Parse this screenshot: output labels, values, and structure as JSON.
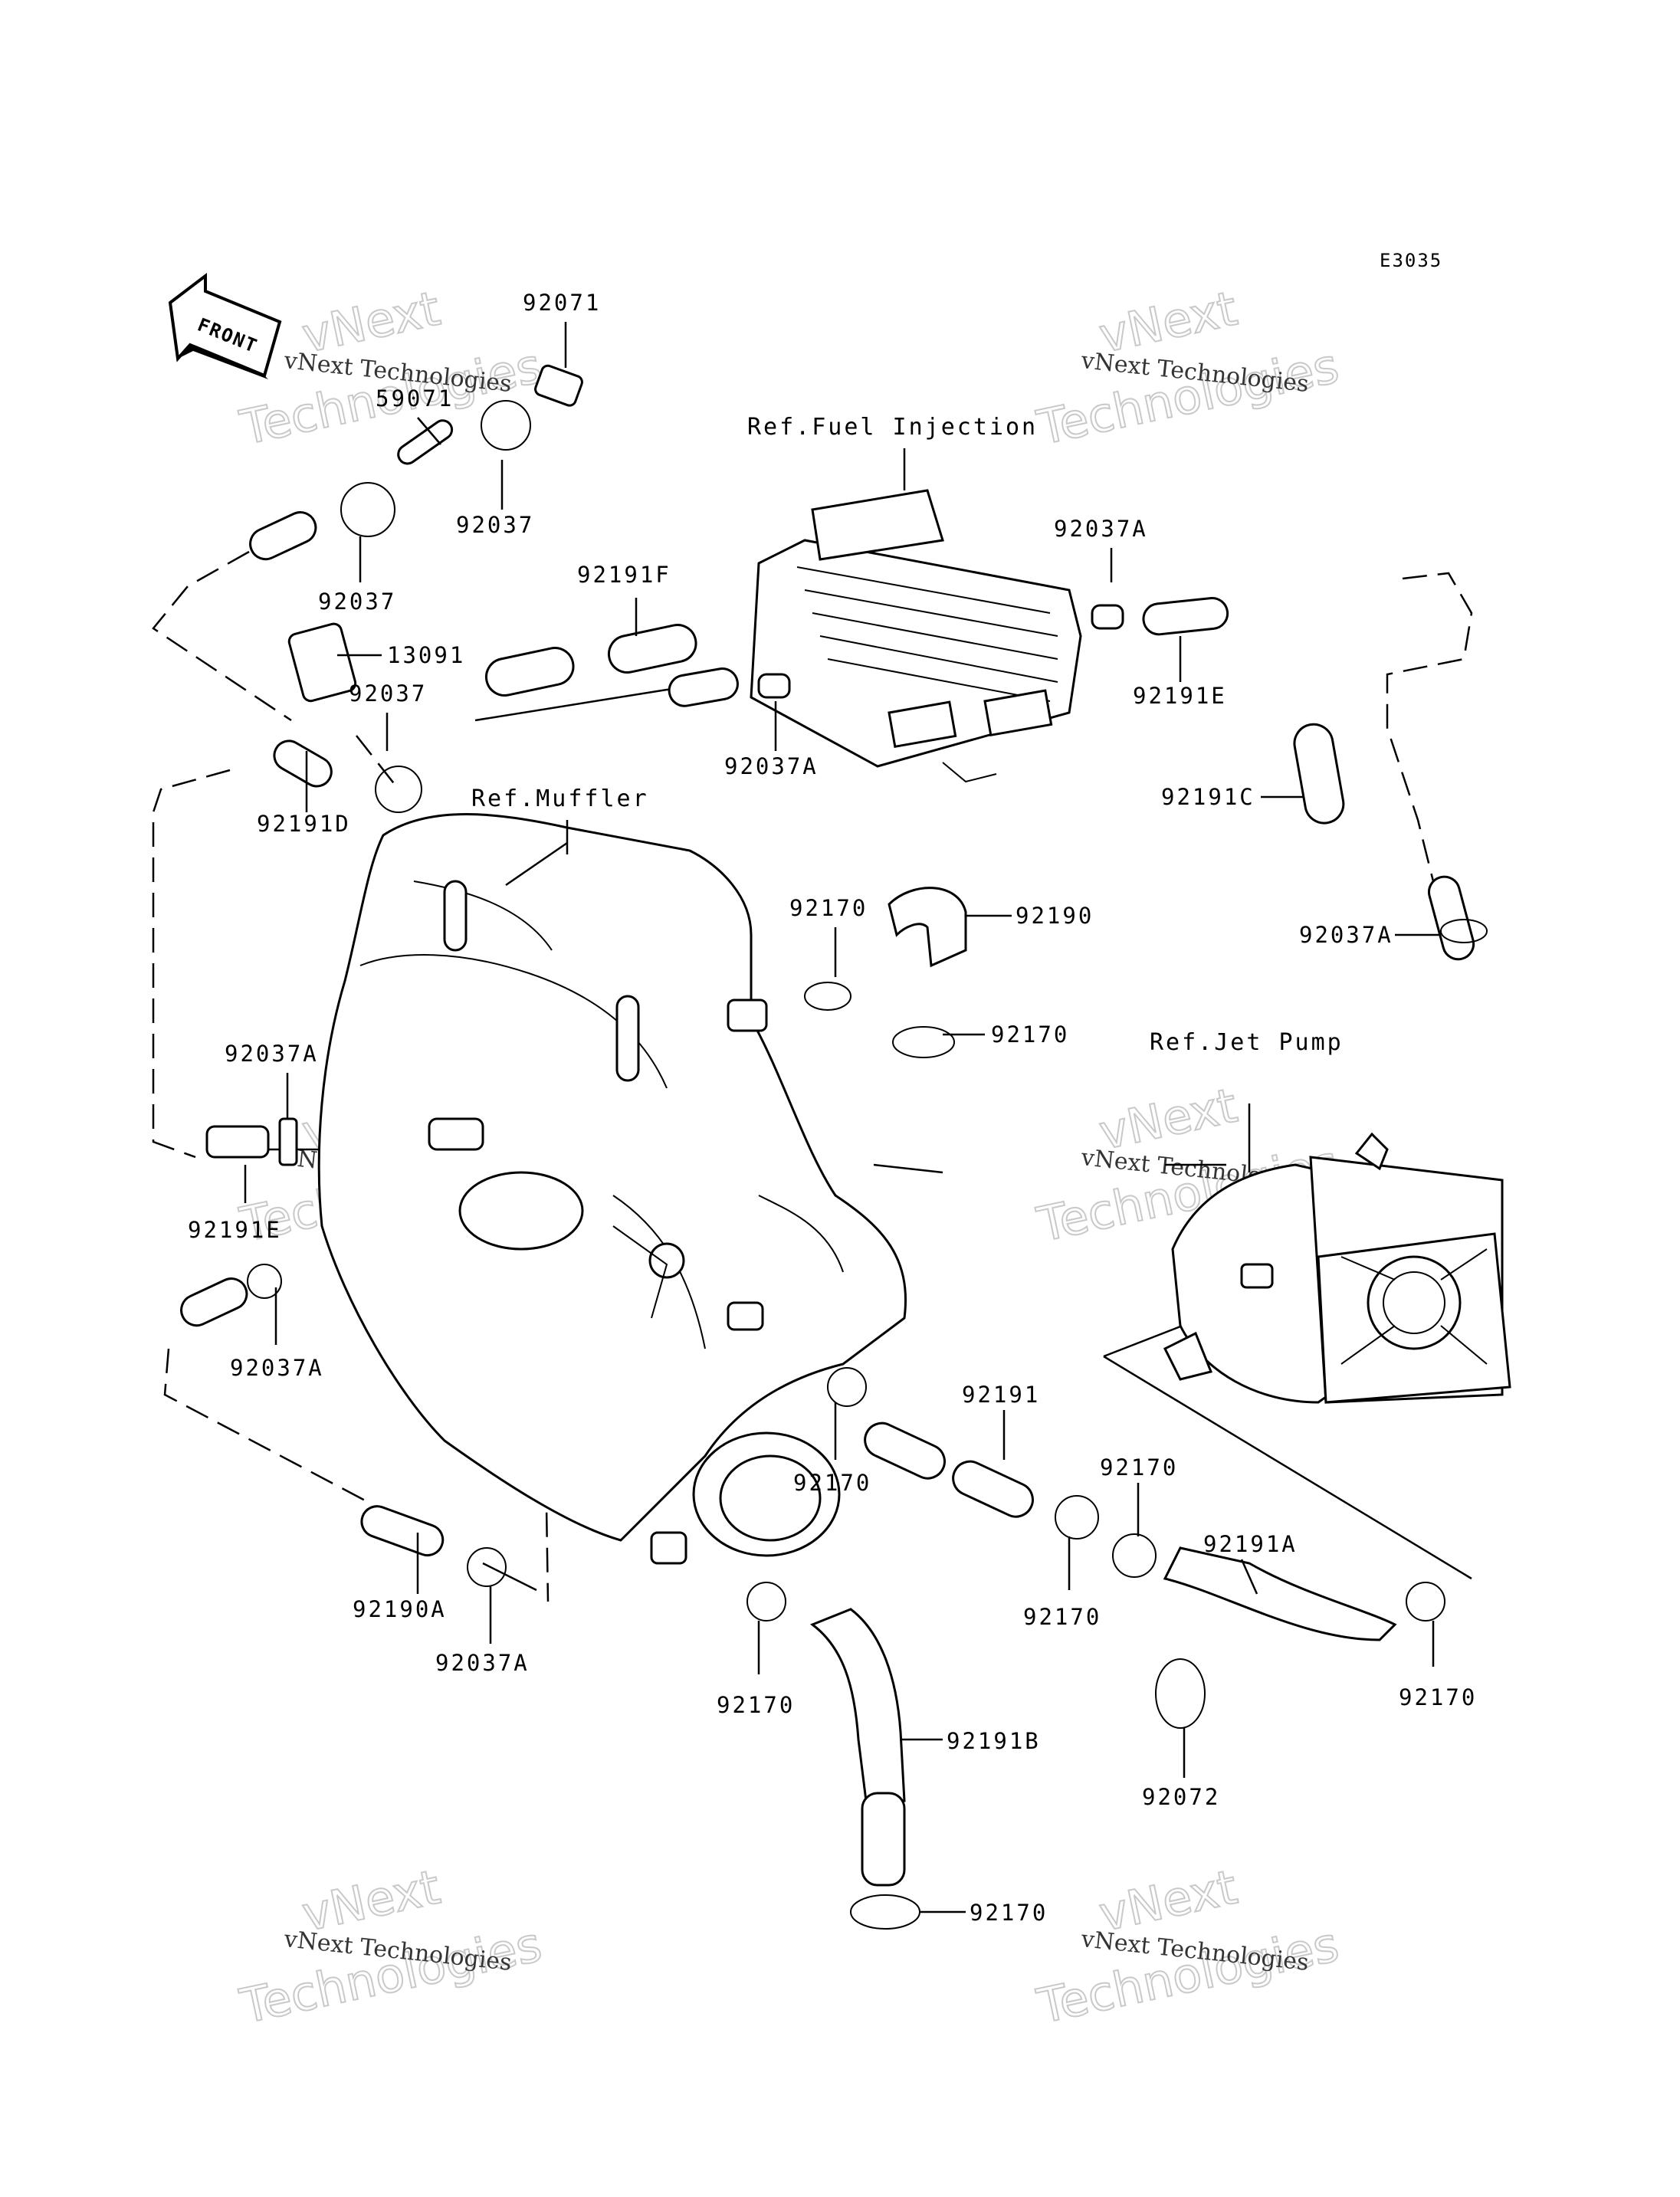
{
  "diagram": {
    "code": "E3035",
    "front_label": "FRONT"
  },
  "references": {
    "fuel_injection": "Ref.Fuel Injection",
    "muffler": "Ref.Muffler",
    "jet_pump": "Ref.Jet Pump"
  },
  "parts": {
    "p92071": "92071",
    "p59071": "59071",
    "p92037_a": "92037",
    "p92037_b": "92037",
    "p92037_c": "92037",
    "p13091": "13091",
    "p92191F": "92191F",
    "p92037A_top": "92037A",
    "p92191E_right": "92191E",
    "p92037A_ecu": "92037A",
    "p92191D": "92191D",
    "p92191C": "92191C",
    "p92037A_right": "92037A",
    "p92170_upper": "92170",
    "p92190": "92190",
    "p92170_upper2": "92170",
    "p92037A_left": "92037A",
    "p92191E_left": "92191E",
    "p92037A_left2": "92037A",
    "p92191": "92191",
    "p92170_mid": "92170",
    "p92170_right": "92170",
    "p92191A": "92191A",
    "p92190A": "92190A",
    "p92037A_bottom": "92037A",
    "p92170_mid2": "92170",
    "p92170_low": "92170",
    "p92170_far": "92170",
    "p92191B": "92191B",
    "p92072": "92072",
    "p92170_bottom": "92170"
  },
  "watermark": {
    "company": "vNext Technologies",
    "brand_top": "vNext",
    "brand_bottom": "Technologies"
  }
}
